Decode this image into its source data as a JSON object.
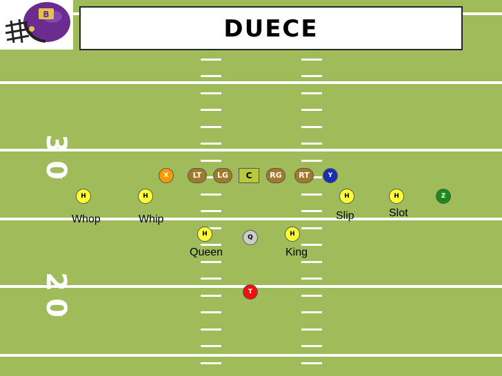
{
  "title": "DUECE",
  "yard_numbers": {
    "upper": [
      "3",
      "0"
    ],
    "lower": [
      "2",
      "0"
    ]
  },
  "colors": {
    "field": "#9fbb5a",
    "eligible": "#ffff33",
    "x_receiver": "#ff9900",
    "y_receiver": "#1a2fb0",
    "z_receiver": "#1a8a1a",
    "tailback": "#ee1111",
    "quarterback": "#cccccc",
    "lineman": "#a07a2a",
    "center": "#b8c93a",
    "helmet": "#6a2c8e"
  },
  "line": {
    "x": "X",
    "lt": "LT",
    "lg": "LG",
    "c": "C",
    "rg": "RG",
    "rt": "RT",
    "y": "Y"
  },
  "wing_row": {
    "h1": "H",
    "h2": "H",
    "h3": "H",
    "h4": "H",
    "z": "Z"
  },
  "backfield": {
    "queen_h": "H",
    "q": "Q",
    "king_h": "H",
    "t": "T"
  },
  "labels": {
    "whop": "Whop",
    "whip": "Whip",
    "slip": "Slip",
    "slot": "Slot",
    "queen": "Queen",
    "king": "King"
  }
}
